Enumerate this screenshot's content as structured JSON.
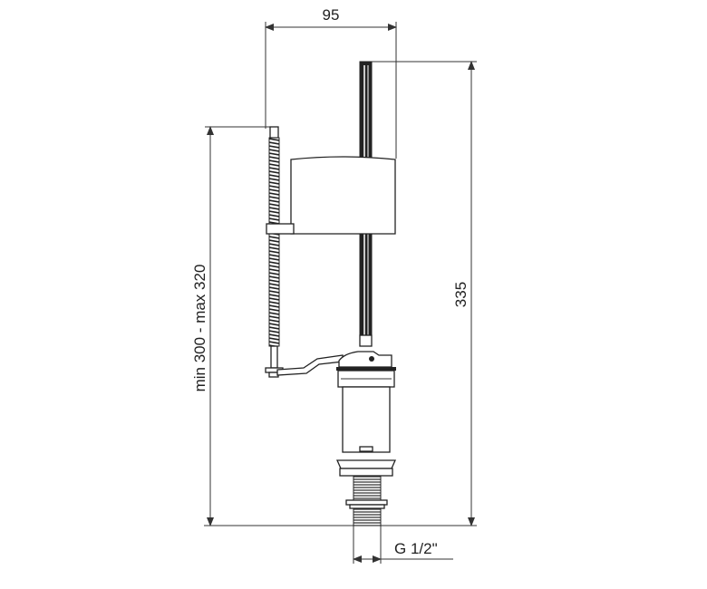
{
  "dimensions": {
    "width_label": "95",
    "height_label": "335",
    "adjust_label": "min 300 - max 320",
    "thread_label": "G 1/2\""
  }
}
